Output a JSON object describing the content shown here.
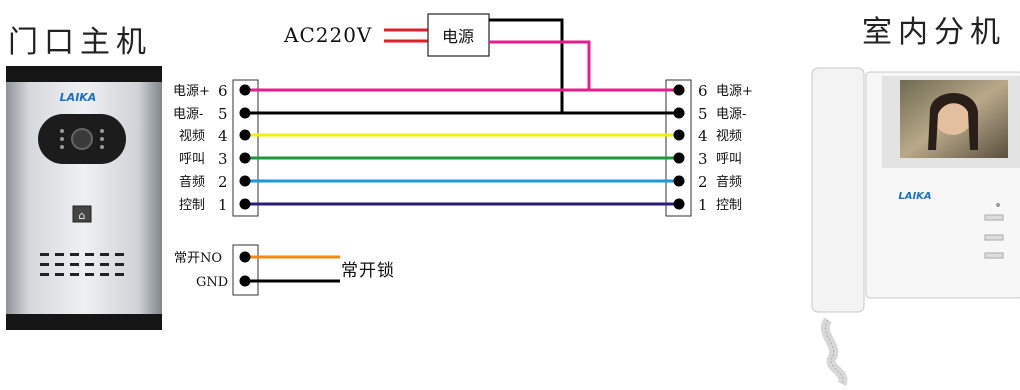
{
  "titles": {
    "outdoor_unit": "门口主机",
    "indoor_unit": "室内分机"
  },
  "power": {
    "source_label": "AC220V",
    "supply_label": "电源"
  },
  "brand": "LAIKA",
  "outdoor_terminals": [
    {
      "label": "电源+",
      "number": "6"
    },
    {
      "label": "电源-",
      "number": "5"
    },
    {
      "label": "视频",
      "number": "4"
    },
    {
      "label": "呼叫",
      "number": "3"
    },
    {
      "label": "音频",
      "number": "2"
    },
    {
      "label": "控制",
      "number": "1"
    }
  ],
  "indoor_terminals": [
    {
      "number": "6",
      "label": "电源+"
    },
    {
      "number": "5",
      "label": "电源-"
    },
    {
      "number": "4",
      "label": "视频"
    },
    {
      "number": "3",
      "label": "呼叫"
    },
    {
      "number": "2",
      "label": "音频"
    },
    {
      "number": "1",
      "label": "控制"
    }
  ],
  "lock_terminals": [
    {
      "label": "常开NO"
    },
    {
      "label": "GND"
    }
  ],
  "lock_label": "常开锁",
  "colors": {
    "power_plus": "#e0208c",
    "power_minus": "#000000",
    "video": "#f2ec1a",
    "call": "#1a9a3a",
    "audio": "#1a9ad6",
    "control": "#2a1e7a",
    "lock_no": "#f08a1a",
    "ac_wire": "#e0202a"
  }
}
